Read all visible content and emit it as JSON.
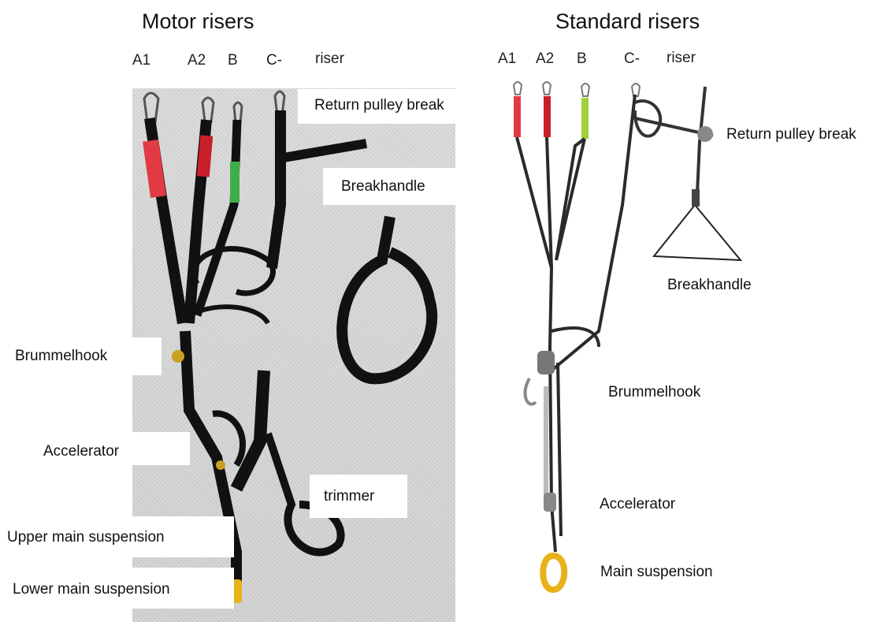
{
  "motor": {
    "title": "Motor risers",
    "risers": [
      "A1",
      "A2",
      "B",
      "C-",
      "riser"
    ],
    "labels": {
      "return_pulley": "Return pulley break",
      "breakhandle": "Breakhandle",
      "brummelhook": "Brummelhook",
      "accelerator": "Accelerator",
      "trimmer": "trimmer",
      "upper_main": "Upper main suspension",
      "lower_main": "Lower main suspension"
    }
  },
  "standard": {
    "title": "Standard risers",
    "risers": [
      "A1",
      "A2",
      "B",
      "C-",
      "riser"
    ],
    "labels": {
      "return_pulley": "Return pulley break",
      "breakhandle": "Breakhandle",
      "brummelhook": "Brummelhook",
      "accelerator": "Accelerator",
      "main": "Main suspension"
    }
  },
  "colors": {
    "webbing": "#111111",
    "a_marker": "#e23a43",
    "b_marker": "#3fae4a",
    "b_marker_std": "#9fd13a",
    "shackle": "#e8b21a",
    "photo_bg": "#d4d4d4"
  }
}
